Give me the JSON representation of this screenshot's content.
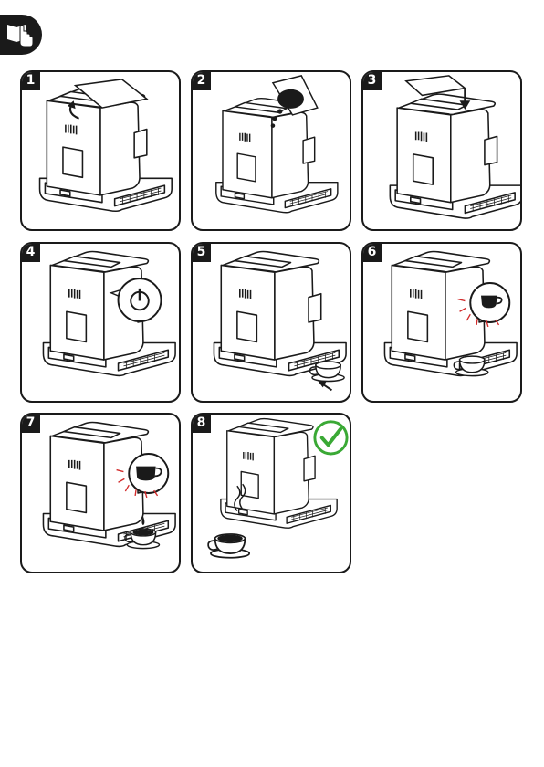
{
  "header": {
    "icon": "read-manual-icon"
  },
  "steps": [
    {
      "number": "1",
      "icon": "lift-lid-icon"
    },
    {
      "number": "2",
      "icon": "pour-beans-icon"
    },
    {
      "number": "3",
      "icon": "close-lid-icon"
    },
    {
      "number": "4",
      "icon": "power-icon"
    },
    {
      "number": "5",
      "icon": "place-cup-icon"
    },
    {
      "number": "6",
      "icon": "small-cup-button-icon"
    },
    {
      "number": "7",
      "icon": "large-cup-button-icon"
    },
    {
      "number": "8",
      "icon": "checkmark-icon"
    }
  ],
  "colors": {
    "line": "#1a1a1a",
    "alert": "#d22b2b",
    "success": "#3aa935"
  }
}
